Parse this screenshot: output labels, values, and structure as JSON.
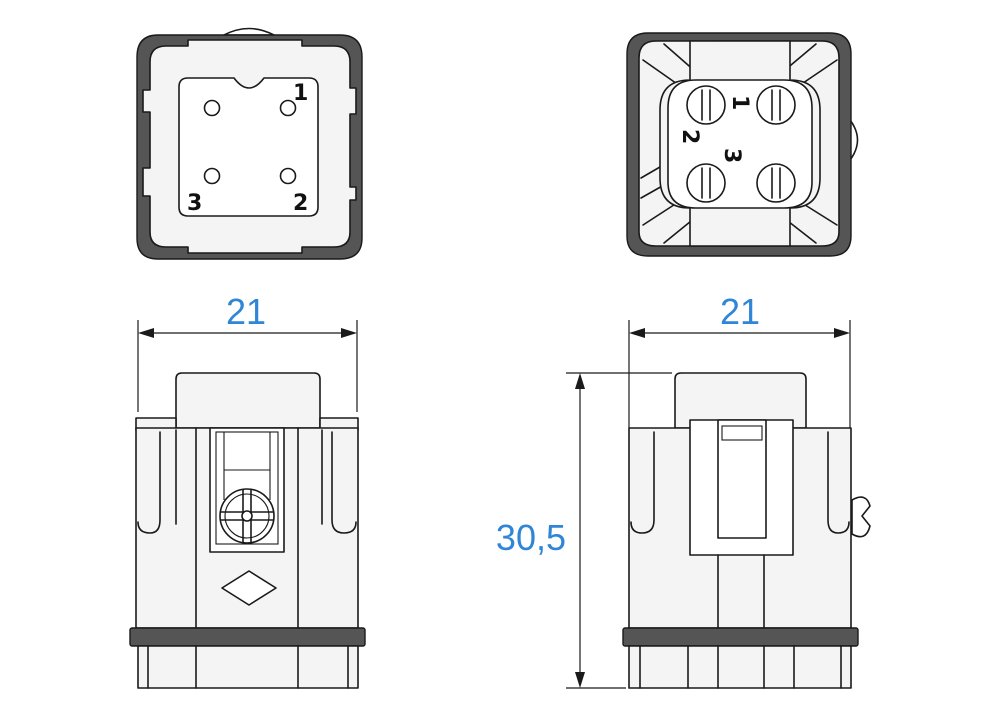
{
  "front_view": {
    "pin_labels": [
      "1",
      "2",
      "3"
    ]
  },
  "rear_view": {
    "pin_labels": [
      "1",
      "2",
      "3"
    ]
  },
  "dimensions": {
    "width_front": "21",
    "width_rear": "21",
    "height_rear": "30,5"
  },
  "colors": {
    "dimension_text": "#2f86d6",
    "frame": "#555555",
    "line": "#1a1a1a"
  }
}
